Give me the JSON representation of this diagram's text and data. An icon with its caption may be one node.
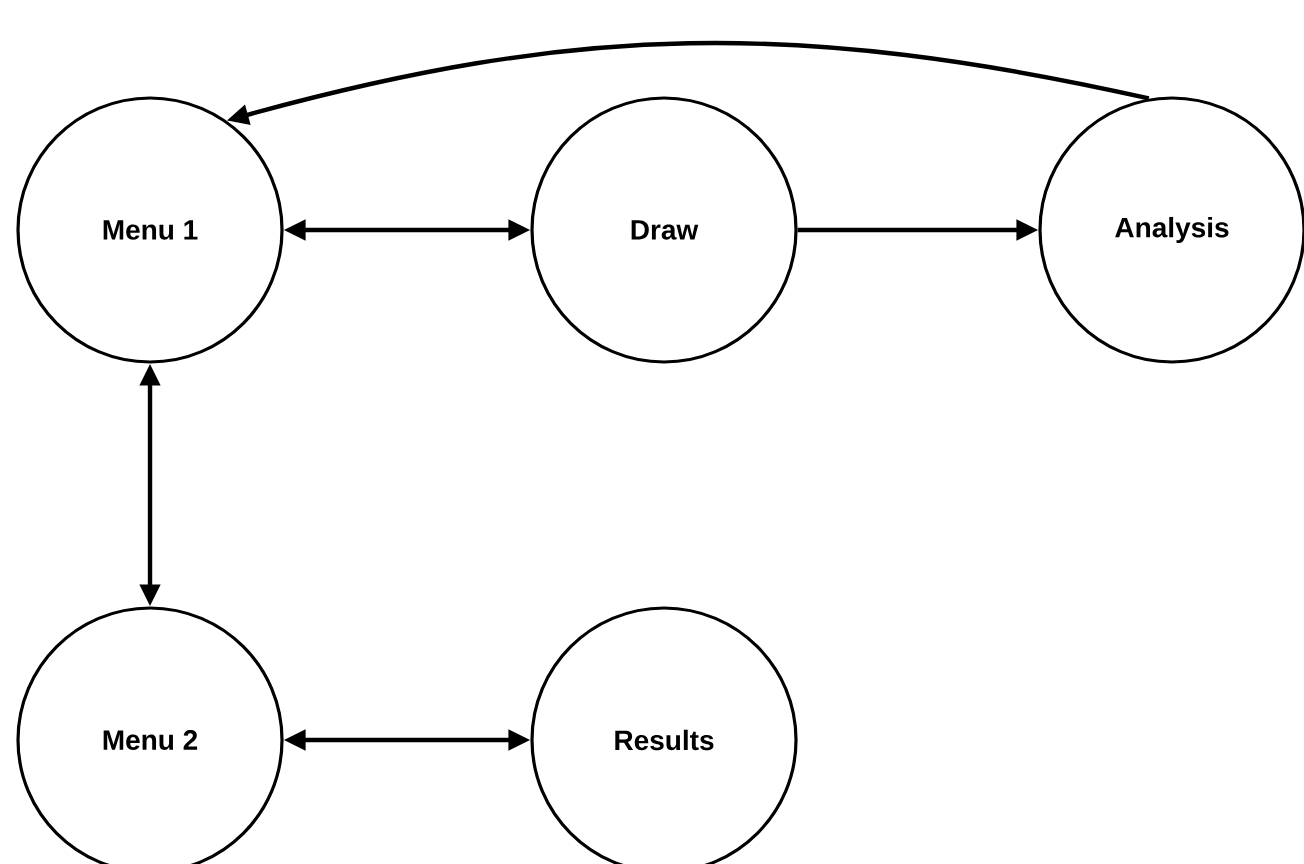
{
  "diagram": {
    "nodes": [
      {
        "text": [
          "Menu 1"
        ]
      },
      {
        "text": [
          "Draw"
        ]
      },
      {
        "text": [
          "Analysis"
        ]
      },
      {
        "text": [
          "Menu 2"
        ]
      },
      {
        "text": [
          "Results"
        ]
      }
    ],
    "edges": [
      {
        "from": 2,
        "to": 0,
        "arrow": "to"
      },
      {
        "from": 0,
        "to": 1,
        "arrow": "both"
      },
      {
        "from": 1,
        "to": 2,
        "arrow": "to"
      },
      {
        "from": 0,
        "to": 3,
        "arrow": "both"
      },
      {
        "from": 3,
        "to": 4,
        "arrow": "both"
      }
    ]
  }
}
